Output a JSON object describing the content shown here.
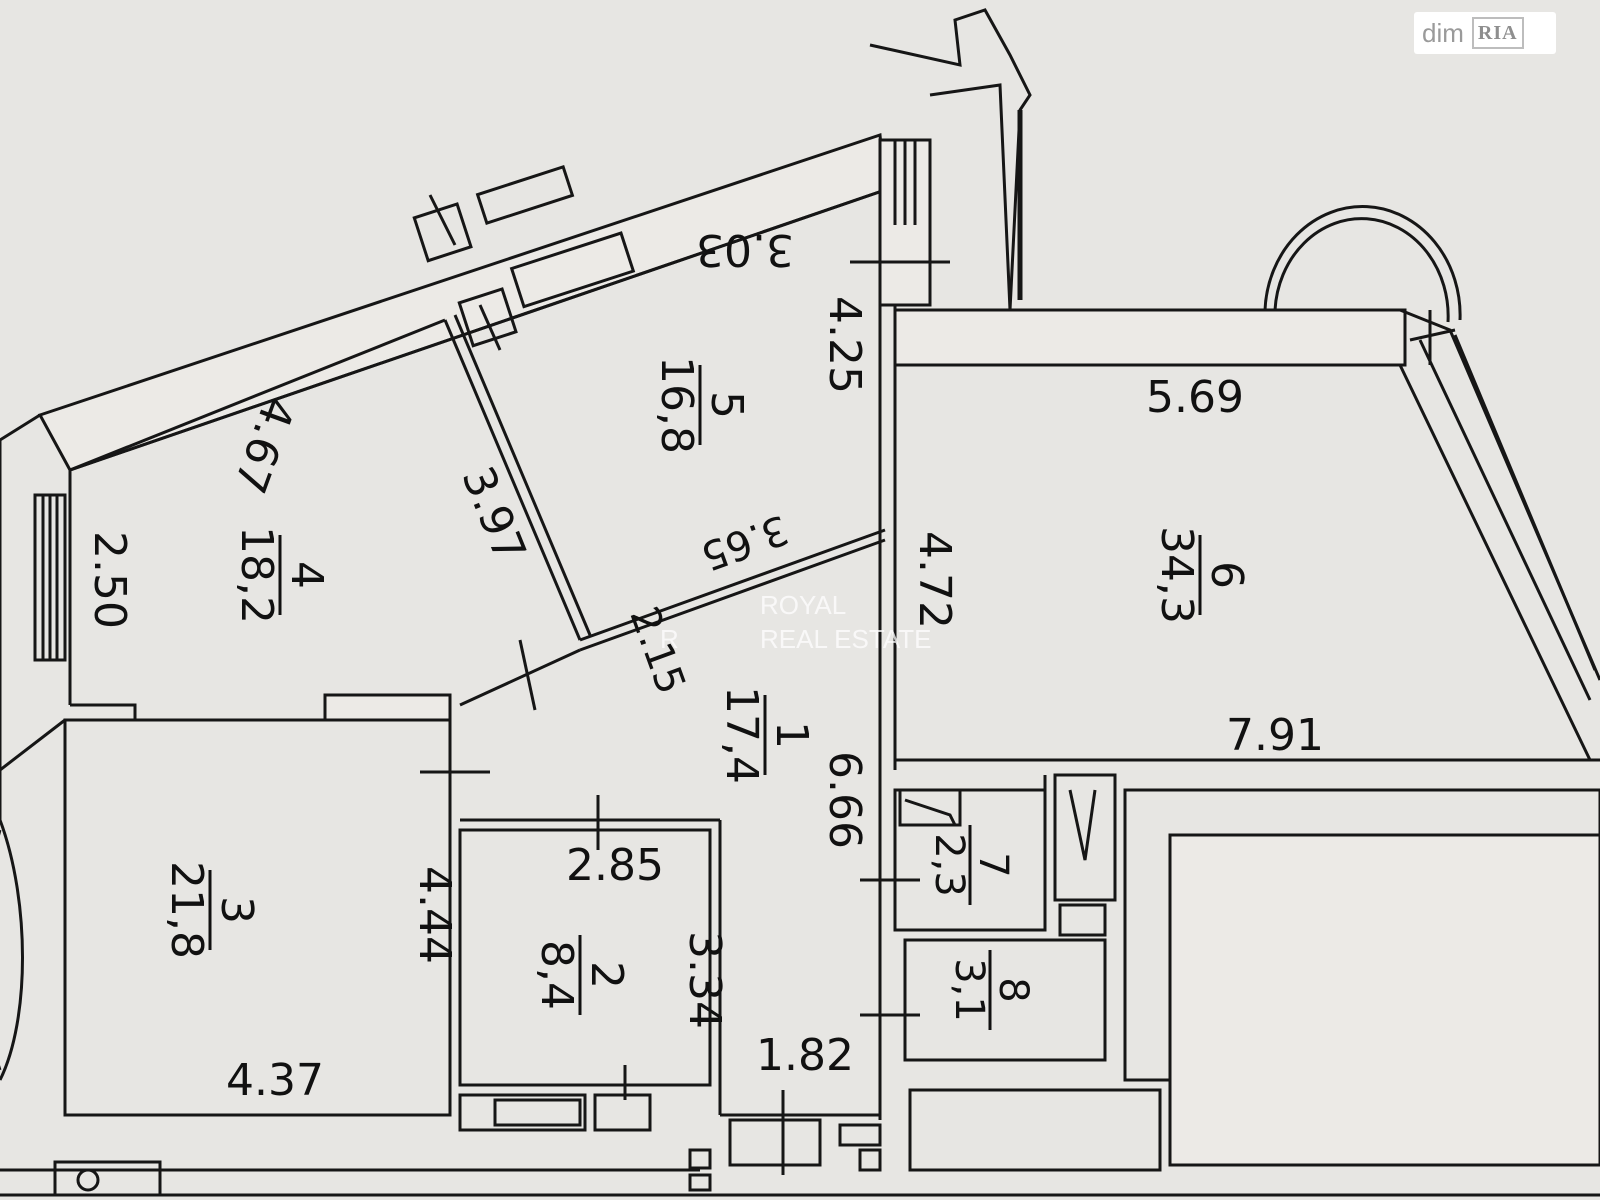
{
  "rooms": [
    {
      "number": "1",
      "area": "17,4"
    },
    {
      "number": "2",
      "area": "8,4"
    },
    {
      "number": "3",
      "area": "21,8"
    },
    {
      "number": "4",
      "area": "18,2"
    },
    {
      "number": "5",
      "area": "16,8"
    },
    {
      "number": "6",
      "area": "34,3"
    },
    {
      "number": "7",
      "area": "2,3"
    },
    {
      "number": "8",
      "area": "3,1"
    }
  ],
  "dimensions": {
    "top_wall": "3.03",
    "room4_top": "4.67",
    "room4_left": "2.50",
    "room4_5_divider": "3.97",
    "room5_right": "4.25",
    "room5_bottom": "3.65",
    "corridor_diag": "2.15",
    "room6_top": "5.69",
    "room6_left": "4.72",
    "room6_bottom": "7.91",
    "corridor_right": "6.66",
    "room2_top": "2.85",
    "room2_right": "3.34",
    "room3_right": "4.44",
    "room3_bottom": "4.37",
    "hall_bottom": "1.82"
  },
  "watermark": {
    "line1": "ROYAL",
    "line2": "REAL ESTATE"
  },
  "badge": {
    "dim": "dim",
    "ria": "RIA"
  }
}
